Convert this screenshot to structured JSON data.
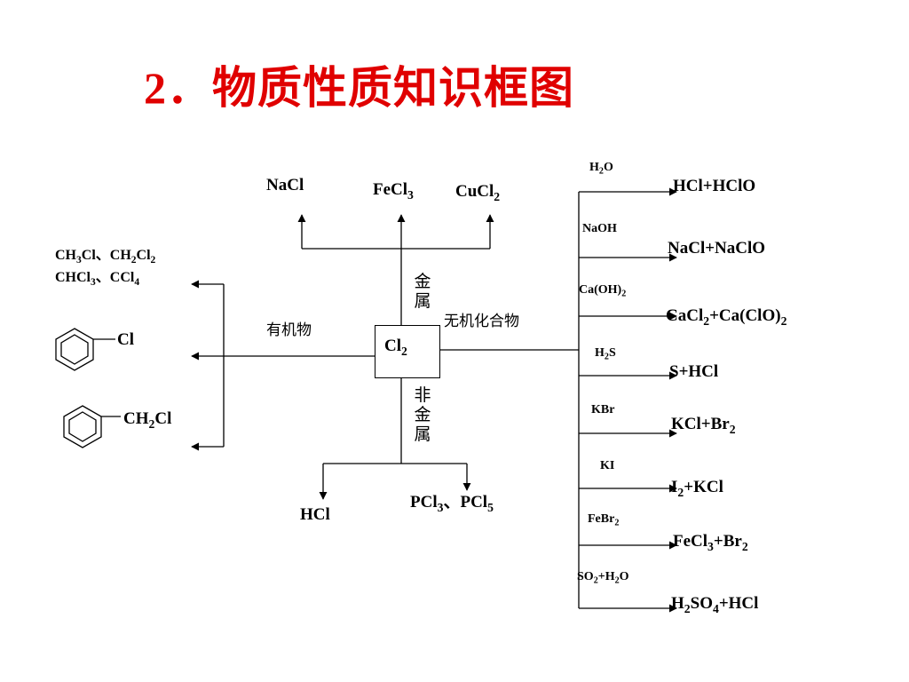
{
  "title": "2．物质性质知识框图",
  "center": {
    "prefix": "Cl",
    "sub": "2"
  },
  "branches": {
    "metal": "金属",
    "nonmetal": "非金属",
    "organic": "有机物",
    "inorganic": "无机化合物"
  },
  "metal_products": {
    "nacl": "NaCl",
    "fecl3": {
      "a": "FeCl",
      "s": "3"
    },
    "cucl2": {
      "a": "CuCl",
      "s": "2"
    }
  },
  "nonmetal_products": {
    "hcl": "HCl",
    "pcl": {
      "a": "PCl",
      "s1": "3",
      "sep": "、",
      "b": "PCl",
      "s2": "5"
    }
  },
  "organic_products": {
    "line1": {
      "a": "CH",
      "s1": "3",
      "b": "Cl、CH",
      "s2": "2",
      "c": "Cl",
      "s3": "2"
    },
    "line2": {
      "a": "CHCl",
      "s1": "3",
      "b": "、CCl",
      "s2": "4"
    },
    "chlorobenzene": "Cl",
    "benzyl": {
      "a": "CH",
      "s": "2",
      "b": "Cl"
    }
  },
  "inorganic_reactions": {
    "r1": {
      "reagent": {
        "a": "H",
        "s": "2",
        "b": "O"
      },
      "product": "HCl+HClO"
    },
    "r2": {
      "reagent": "NaOH",
      "product": "NaCl+NaClO"
    },
    "r3": {
      "reagent": {
        "a": "Ca(OH)",
        "s": "2"
      },
      "product": {
        "a": "CaCl",
        "s1": "2",
        "b": "+Ca(ClO)",
        "s2": "2"
      }
    },
    "r4": {
      "reagent": {
        "a": "H",
        "s": "2",
        "b": "S"
      },
      "product": "S+HCl"
    },
    "r5": {
      "reagent": "KBr",
      "product": {
        "a": "KCl+Br",
        "s": "2"
      }
    },
    "r6": {
      "reagent": "KI",
      "product": {
        "a": "I",
        "s": "2",
        "b": "+KCl"
      }
    },
    "r7": {
      "reagent": {
        "a": "FeBr",
        "s": "2"
      },
      "product": {
        "a": "FeCl",
        "s1": "3",
        "b": "+Br",
        "s2": "2"
      }
    },
    "r8": {
      "reagent": {
        "a": "SO",
        "s1": "2",
        "b": "+H",
        "s2": "2",
        "c": "O"
      },
      "product": {
        "a": "H",
        "s1": "2",
        "b": "SO",
        "s2": "4",
        "c": "+HCl"
      }
    }
  }
}
